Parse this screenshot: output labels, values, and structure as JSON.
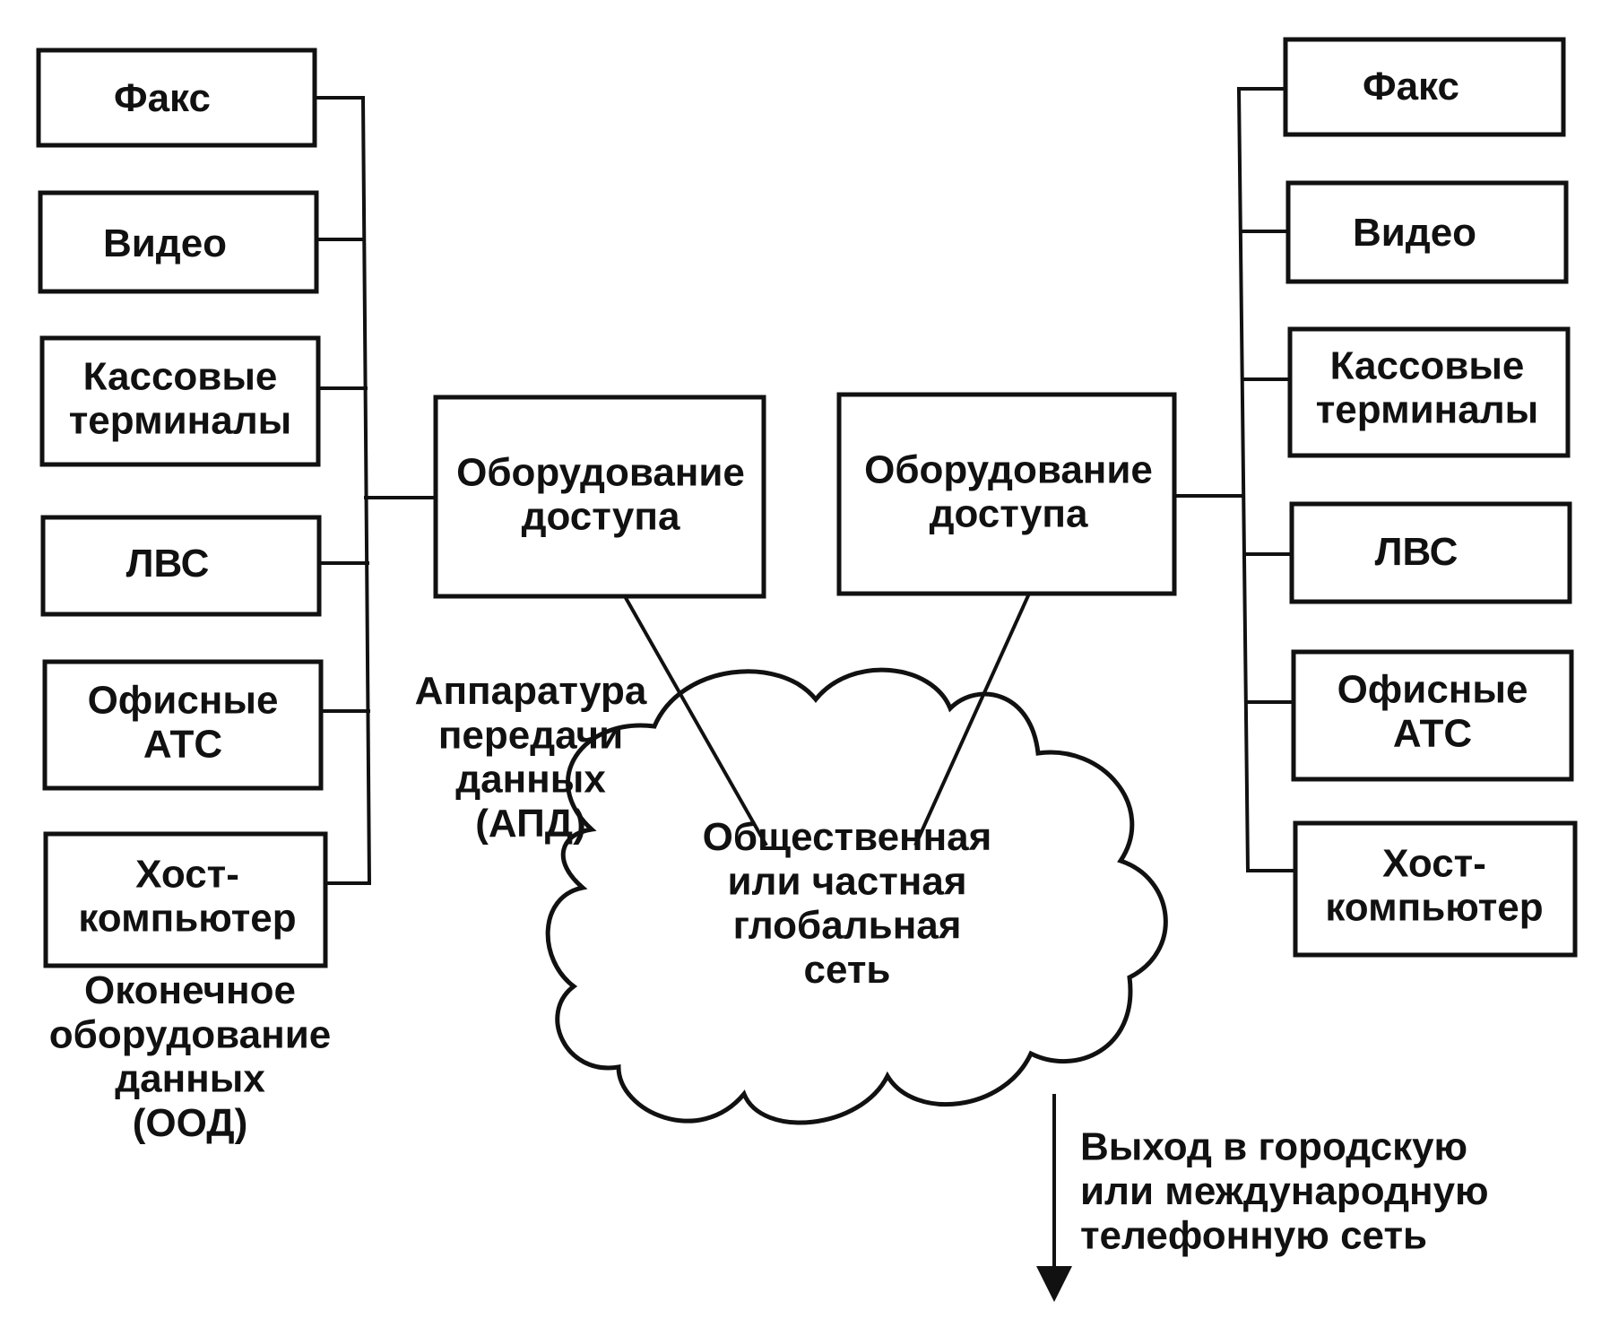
{
  "left_devices": [
    "Факс",
    "Видео",
    "Кассовые\nтерминалы",
    "ЛВС",
    "Офисные\nАТС",
    "Хост-\nкомпьютер"
  ],
  "right_devices": [
    "Факс",
    "Видео",
    "Кассовые\nтерминалы",
    "ЛВС",
    "Офисные\nАТС",
    "Хост-\nкомпьютер"
  ],
  "access_left": "Оборудование\nдоступа",
  "access_right": "Оборудование\nдоступа",
  "dte_caption": "Оконечное\nоборудование\nданных\n(ООД)",
  "dce_caption": "Аппаратура\nпередачи\nданных\n(АПД)",
  "network_label": "Общественная\nили частная\nглобальная\nсеть",
  "exit_label": "Выход в городскую\nили международную\nтелефонную сеть"
}
